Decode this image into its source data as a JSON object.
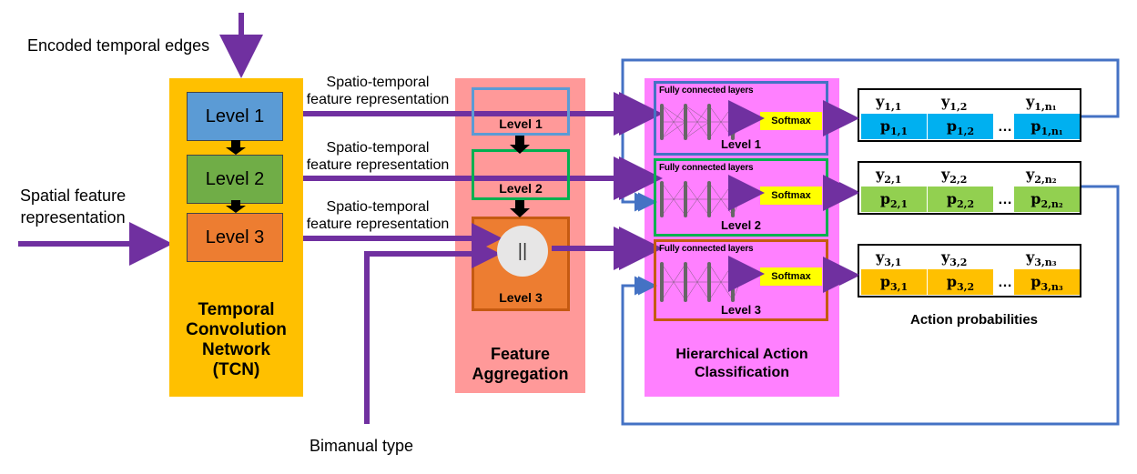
{
  "inputs": {
    "encoded_temporal_edges": "Encoded temporal edges",
    "spatial_feature_line1": "Spatial feature",
    "spatial_feature_line2": "representation",
    "bimanual_type": "Bimanual type"
  },
  "tcn": {
    "levels": [
      "Level 1",
      "Level 2",
      "Level 3"
    ],
    "title_lines": [
      "Temporal",
      "Convolution",
      "Network",
      "(TCN)"
    ]
  },
  "spatio_temporal_labels": [
    {
      "line1": "Spatio-temporal",
      "line2": "feature representation"
    },
    {
      "line1": "Spatio-temporal",
      "line2": "feature representation"
    },
    {
      "line1": "Spatio-temporal",
      "line2": "feature representation"
    }
  ],
  "feature_aggregation": {
    "levels": [
      "Level 1",
      "Level 2",
      "Level 3"
    ],
    "concat_symbol": "||",
    "title_lines": [
      "Feature",
      "Aggregation"
    ]
  },
  "classification": {
    "fc_title": "Fully connected layers",
    "softmax": "Softmax",
    "levels": [
      "Level 1",
      "Level 2",
      "Level 3"
    ],
    "title_lines": [
      "Hierarchical Action",
      "Classification"
    ]
  },
  "outputs": {
    "rows": [
      {
        "y": [
          "y",
          "y",
          "y"
        ],
        "y_sub": [
          "1,1",
          "1,2",
          "1,n₁"
        ],
        "p": [
          "p",
          "p",
          "p"
        ],
        "p_sub": [
          "1,1",
          "1,2",
          "1,n₁"
        ],
        "color": "#00b0f0"
      },
      {
        "y": [
          "y",
          "y",
          "y"
        ],
        "y_sub": [
          "2,1",
          "2,2",
          "2,n₂"
        ],
        "p": [
          "p",
          "p",
          "p"
        ],
        "p_sub": [
          "2,1",
          "2,2",
          "2,n₂"
        ],
        "color": "#92d050"
      },
      {
        "y": [
          "y",
          "y",
          "y"
        ],
        "y_sub": [
          "3,1",
          "3,2",
          "3,n₃"
        ],
        "p": [
          "p",
          "p",
          "p"
        ],
        "p_sub": [
          "3,1",
          "3,2",
          "3,n₃"
        ],
        "color": "#ffc000"
      }
    ],
    "ellipsis": "…",
    "caption": "Action probabilities"
  },
  "colors": {
    "tcn_panel": "#ffc000",
    "fa_panel": "#ff9999",
    "hac_panel": "#ff80ff",
    "level1": "#5b9bd5",
    "level2": "#70ad47",
    "level3": "#ed7d31",
    "arrow_purple": "#7030a0",
    "feedback_blue": "#4472c4"
  }
}
